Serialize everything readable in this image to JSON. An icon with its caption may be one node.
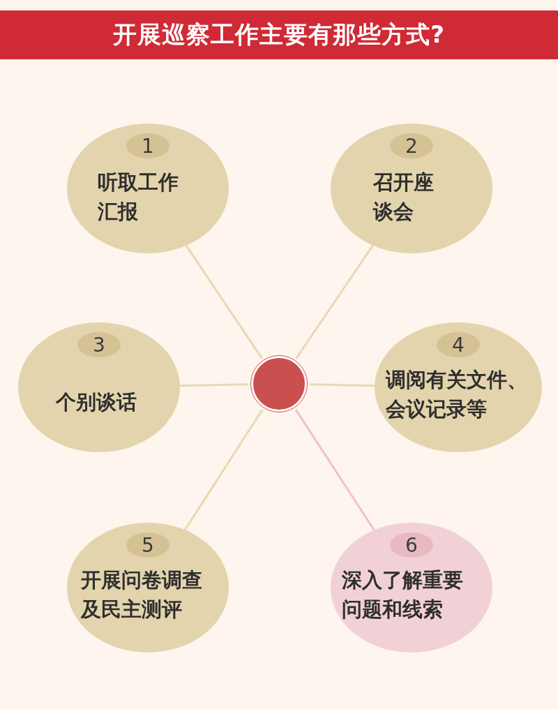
{
  "diagram": {
    "title": "开展巡察工作主要有那些方式?",
    "nodes": [
      {
        "text": [],
        "shape": "circle"
      },
      {
        "text": [
          "1",
          "听取工作汇报"
        ]
      },
      {
        "text": [
          "2",
          "召开座谈会"
        ]
      },
      {
        "text": [
          "3",
          "个别谈话"
        ]
      },
      {
        "text": [
          "4",
          "调阅有关文件、会议记录等"
        ]
      },
      {
        "text": [
          "5",
          "开展问卷调查及民主测评"
        ]
      },
      {
        "text": [
          "6",
          "深入了解重要问题和线索"
        ]
      }
    ],
    "edges": [
      {
        "from": 0,
        "to": 1,
        "arrow": "none"
      },
      {
        "from": 0,
        "to": 2,
        "arrow": "none"
      },
      {
        "from": 0,
        "to": 3,
        "arrow": "none"
      },
      {
        "from": 0,
        "to": 4,
        "arrow": "none"
      },
      {
        "from": 0,
        "to": 5,
        "arrow": "none"
      },
      {
        "from": 0,
        "to": 6,
        "arrow": "none",
        "color": "#f0c2cb"
      }
    ]
  }
}
